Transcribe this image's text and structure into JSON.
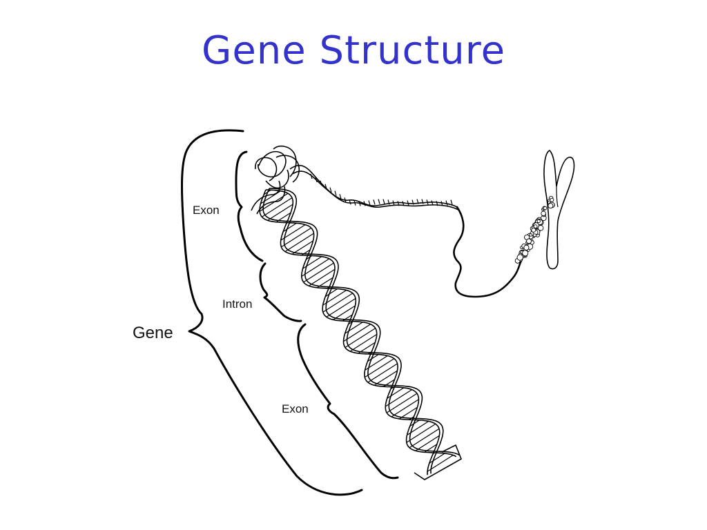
{
  "slide": {
    "title": "Gene Structure"
  },
  "diagram": {
    "labels": {
      "gene": "Gene",
      "exon_top": "Exon",
      "intron": "Intron",
      "exon_bottom": "Exon"
    },
    "colors": {
      "title": "#3333cc",
      "lines": "#000000",
      "background": "#ffffff"
    },
    "icons": [
      "dna-double-helix",
      "chromosome"
    ]
  }
}
